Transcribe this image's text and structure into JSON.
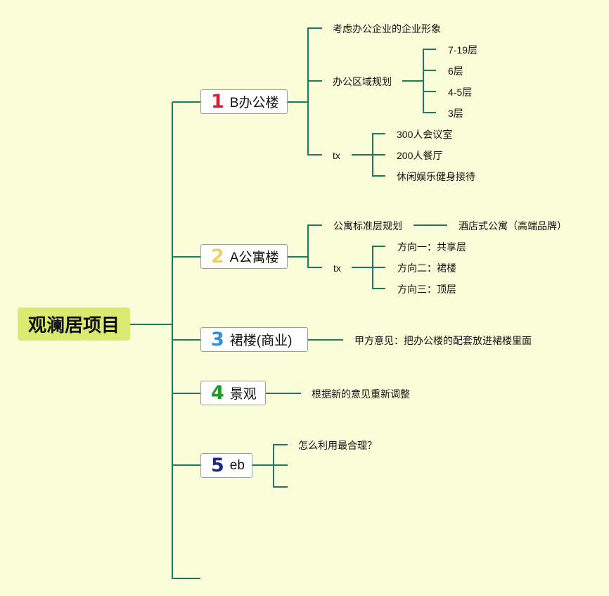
{
  "colors": {
    "background": "#fbfdd9",
    "connector": "#1f7a5c",
    "root_fill": "#d9ea6e",
    "num1": "#d0203a",
    "num2": "#ead26a",
    "num3": "#2f8fd8",
    "num4": "#1f9a2a",
    "num5": "#1a2a8a"
  },
  "root": {
    "label": "观澜居项目"
  },
  "topics": [
    {
      "num": "1",
      "label": "B办公楼",
      "children": [
        {
          "label": "考虑办公企业的企业形象"
        },
        {
          "label": "办公区域规划",
          "children": [
            "7-19层",
            "6层",
            "4-5层",
            "3层"
          ]
        },
        {
          "label": "tx",
          "children": [
            "300人会议室",
            "200人餐厅",
            "休闲娱乐健身接待"
          ]
        }
      ]
    },
    {
      "num": "2",
      "label": "A公寓楼",
      "children": [
        {
          "label": "公寓标准层规划",
          "children": [
            "酒店式公寓（高端品牌）"
          ]
        },
        {
          "label": "tx",
          "children": [
            "方向一：共享层",
            "方向二：裙楼",
            "方向三：顶层"
          ]
        }
      ]
    },
    {
      "num": "3",
      "label": "裙楼(商业)",
      "children": [
        {
          "label": "甲方意见：把办公楼的配套放进裙楼里面"
        }
      ]
    },
    {
      "num": "4",
      "label": "景观",
      "children": [
        {
          "label": "根据新的意见重新调整"
        }
      ]
    },
    {
      "num": "5",
      "label": "eb",
      "children": [
        {
          "label": "怎么利用最合理？"
        },
        {
          "label": ""
        },
        {
          "label": ""
        }
      ]
    }
  ]
}
